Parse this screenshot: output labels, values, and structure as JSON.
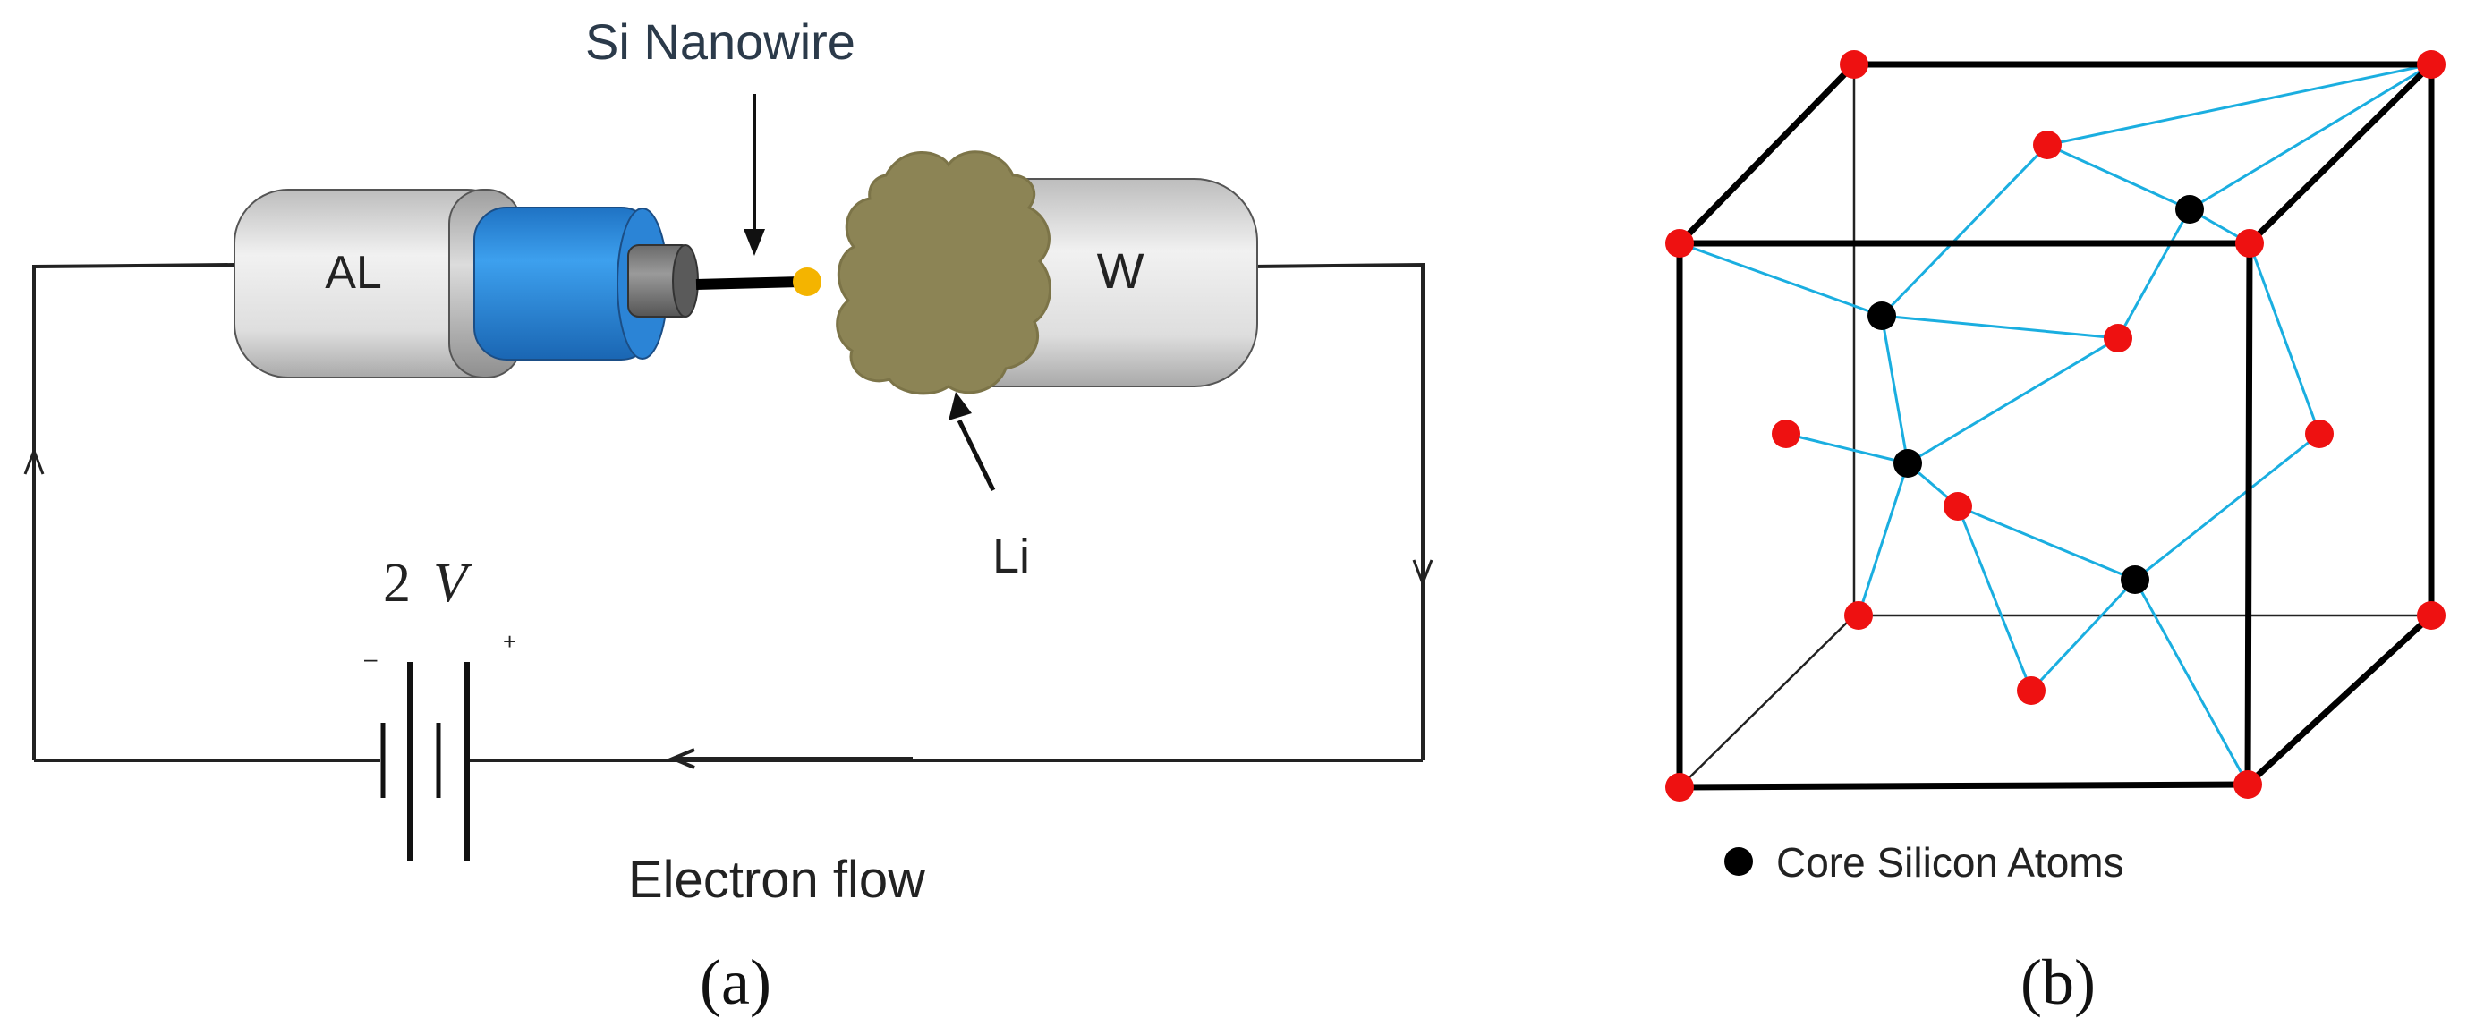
{
  "panel_a": {
    "nanowire_label": "Si Nanowire",
    "al_label": "AL",
    "w_label": "W",
    "li_label": "Li",
    "voltage_number": "2",
    "voltage_unit": "V",
    "minus_sign": "–",
    "plus_sign": "+",
    "flow_label": "Electron flow",
    "caption": "(a)"
  },
  "panel_b": {
    "legend_label": "Core Silicon Atoms",
    "caption": "(b)"
  },
  "colors": {
    "corner_atom": "#ee1111",
    "core_atom": "#000000",
    "bond": "#1aaee0",
    "blue_clamp": "#2e8fe0",
    "lithium": "#8c8455",
    "tip": "#f4b400"
  }
}
